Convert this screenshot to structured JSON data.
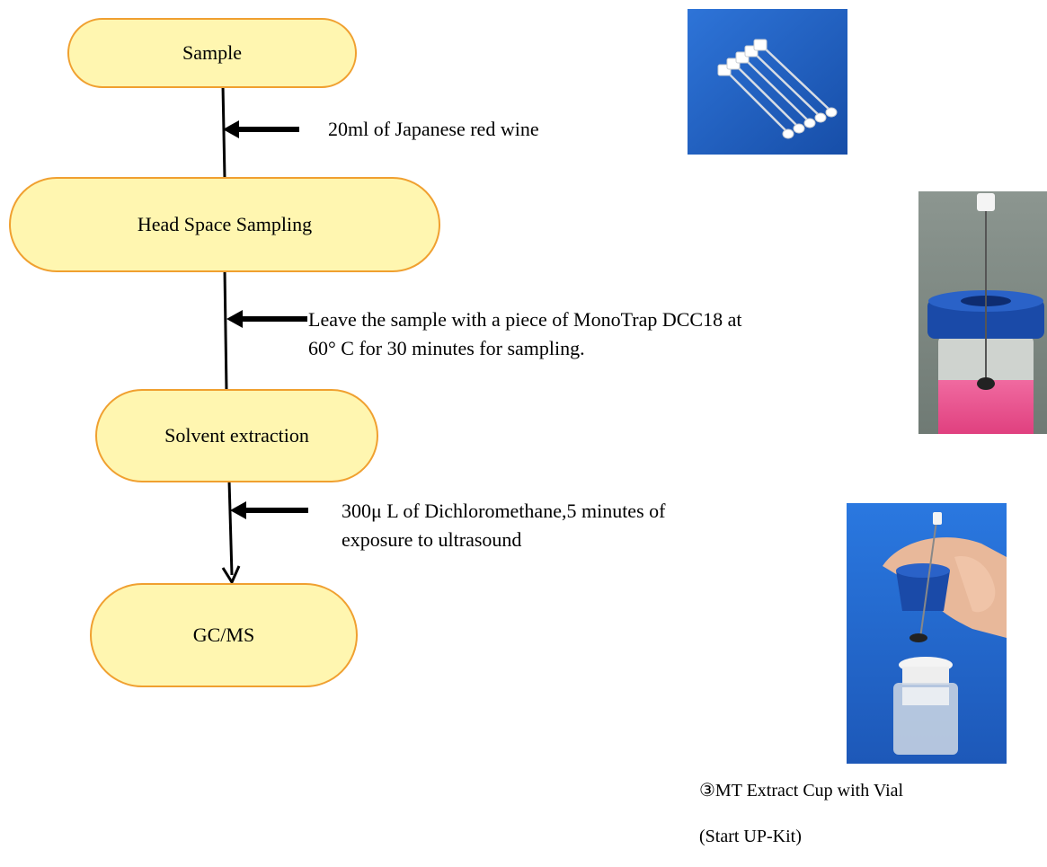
{
  "flow": {
    "steps": [
      {
        "label": "Sample"
      },
      {
        "label": "Head Space Sampling"
      },
      {
        "label": "Solvent extraction"
      },
      {
        "label": "GC/MS"
      }
    ],
    "notes": [
      {
        "lines": [
          "20ml of Japanese red wine"
        ]
      },
      {
        "lines": [
          "Leave the sample with a piece of MonoTrap DCC18 at",
          "60° C for 30 minutes for sampling."
        ]
      },
      {
        "lines": [
          "300μ L of Dichloromethane,5 minutes of",
          "exposure to ultrasound"
        ]
      }
    ]
  },
  "photos": {
    "caption_line1": "③MT Extract Cup with Vial",
    "caption_line2": "(Start UP-Kit)"
  },
  "colors": {
    "node_fill": "#fff6b0",
    "node_border": "#f0a030",
    "photo_bg_blue": "#1f5fc0",
    "cap_blue": "#1a4aa8"
  }
}
